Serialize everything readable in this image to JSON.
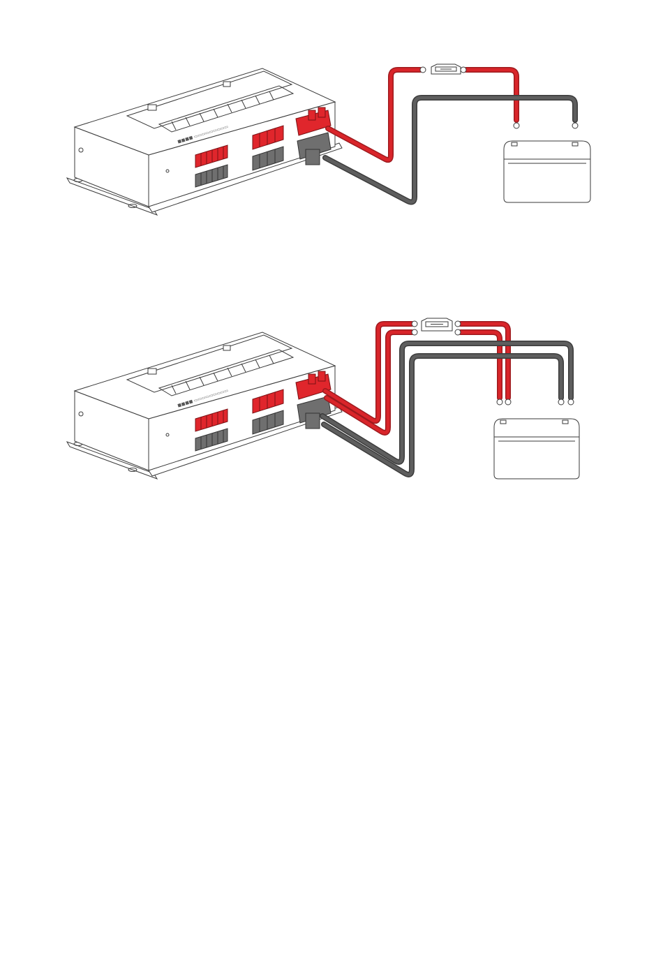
{
  "colors": {
    "positive_wire": "#d9252a",
    "positive_wire_dark": "#9d1a1e",
    "negative_wire": "#5e5e5e",
    "negative_wire_dark": "#3c3c3c",
    "connector_red": "#e0262c",
    "connector_gray": "#6f6f6f",
    "outline": "#3a3a3a",
    "background": "#ffffff"
  },
  "diagrams": [
    {
      "id": "single-run",
      "wire_pairs": 1,
      "components": [
        "amplifier-unit",
        "inline-fuse",
        "battery"
      ]
    },
    {
      "id": "double-run",
      "wire_pairs": 2,
      "components": [
        "amplifier-unit",
        "dual-inline-fuse",
        "battery"
      ]
    }
  ],
  "icons": {
    "fuse": "inline-fuse-icon",
    "battery": "battery-icon",
    "ring_terminal": "ring-terminal-icon",
    "device": "amplifier-unit-icon"
  }
}
